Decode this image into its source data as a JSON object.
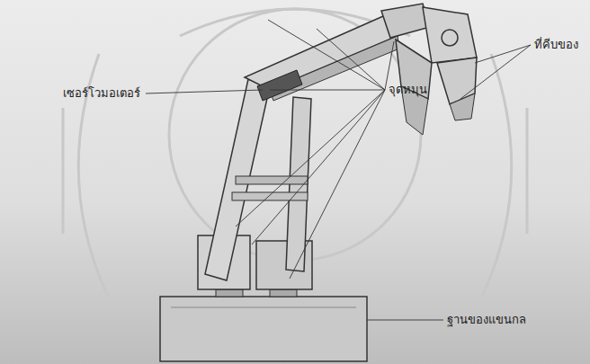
{
  "diagram": {
    "labels": [
      "เซอร์โวมอเตอร์",
      "ที่คีบของ",
      "จุดหมุน",
      "ฐานของแขนกล"
    ]
  }
}
